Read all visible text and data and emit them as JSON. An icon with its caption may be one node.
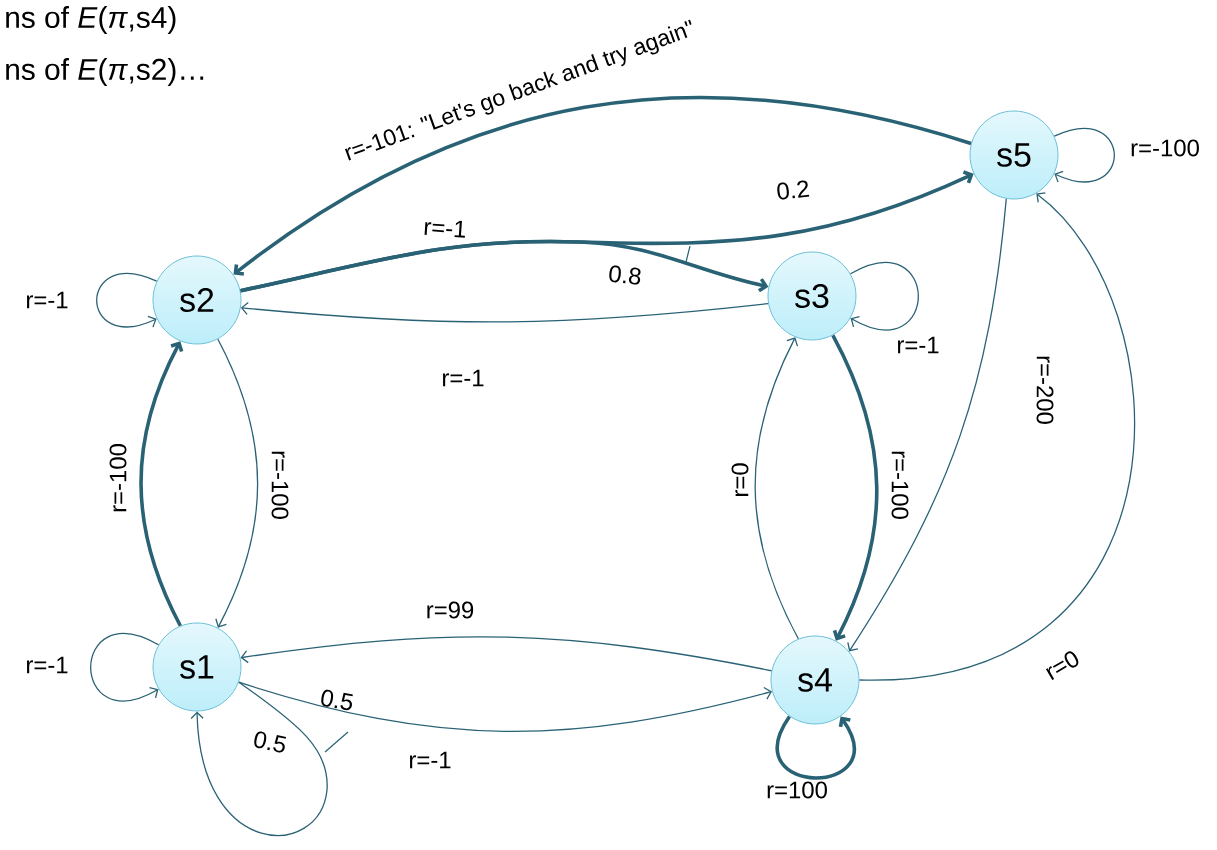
{
  "diagram": {
    "nodes": [
      {
        "text": [
          "s5"
        ]
      },
      {
        "text": [
          "s2"
        ]
      },
      {
        "text": [
          "s3"
        ]
      },
      {
        "text": [
          "s1"
        ]
      },
      {
        "text": [
          "s4"
        ]
      }
    ],
    "edges": [
      {
        "from": 0,
        "to": 1,
        "arrow": "to",
        "style": "thick",
        "label": "r=-101: \"Let's go back and try again\""
      },
      {
        "from": 0,
        "to": 0,
        "arrow": "to",
        "label": "r=-100"
      },
      {
        "from": 1,
        "to": 1,
        "arrow": "to",
        "label": "r=-1"
      },
      {
        "from": 1,
        "to": 2,
        "arrow": "to",
        "style": "thick",
        "label": "0.8"
      },
      {
        "from": 1,
        "to": 0,
        "arrow": "to",
        "style": "thick",
        "label": "0.2"
      },
      {
        "from": 2,
        "to": 1,
        "arrow": "to",
        "label": "r=-1"
      },
      {
        "from": 2,
        "to": 2,
        "arrow": "to",
        "label": "r=-1"
      },
      {
        "from": 1,
        "to": 3,
        "arrow": "to",
        "label": "r=-100"
      },
      {
        "from": 3,
        "to": 1,
        "arrow": "to",
        "style": "thick",
        "label": "r=-100"
      },
      {
        "from": 2,
        "to": 4,
        "arrow": "to",
        "style": "thick",
        "label": "r=-100"
      },
      {
        "from": 4,
        "to": 2,
        "arrow": "to",
        "label": "r=0"
      },
      {
        "from": 0,
        "to": 4,
        "arrow": "to",
        "label": "r=-200"
      },
      {
        "from": 4,
        "to": 0,
        "arrow": "to",
        "label": "r=0"
      },
      {
        "from": 4,
        "to": 3,
        "arrow": "to",
        "label": "r=99"
      },
      {
        "from": 4,
        "to": 4,
        "arrow": "to",
        "style": "thick",
        "label": "r=100"
      },
      {
        "from": 3,
        "to": 4,
        "arrow": "to",
        "label": "0.5"
      },
      {
        "from": 3,
        "to": 3,
        "arrow": "to",
        "label": "0.5"
      },
      {
        "from": 3,
        "to": 3,
        "arrow": "to",
        "label": "r=-1"
      }
    ],
    "labels": [
      "ns of *E*(*π*,s4)",
      "ns of *E*(*π*,s2)…",
      "r=-1",
      "r=-1"
    ]
  }
}
